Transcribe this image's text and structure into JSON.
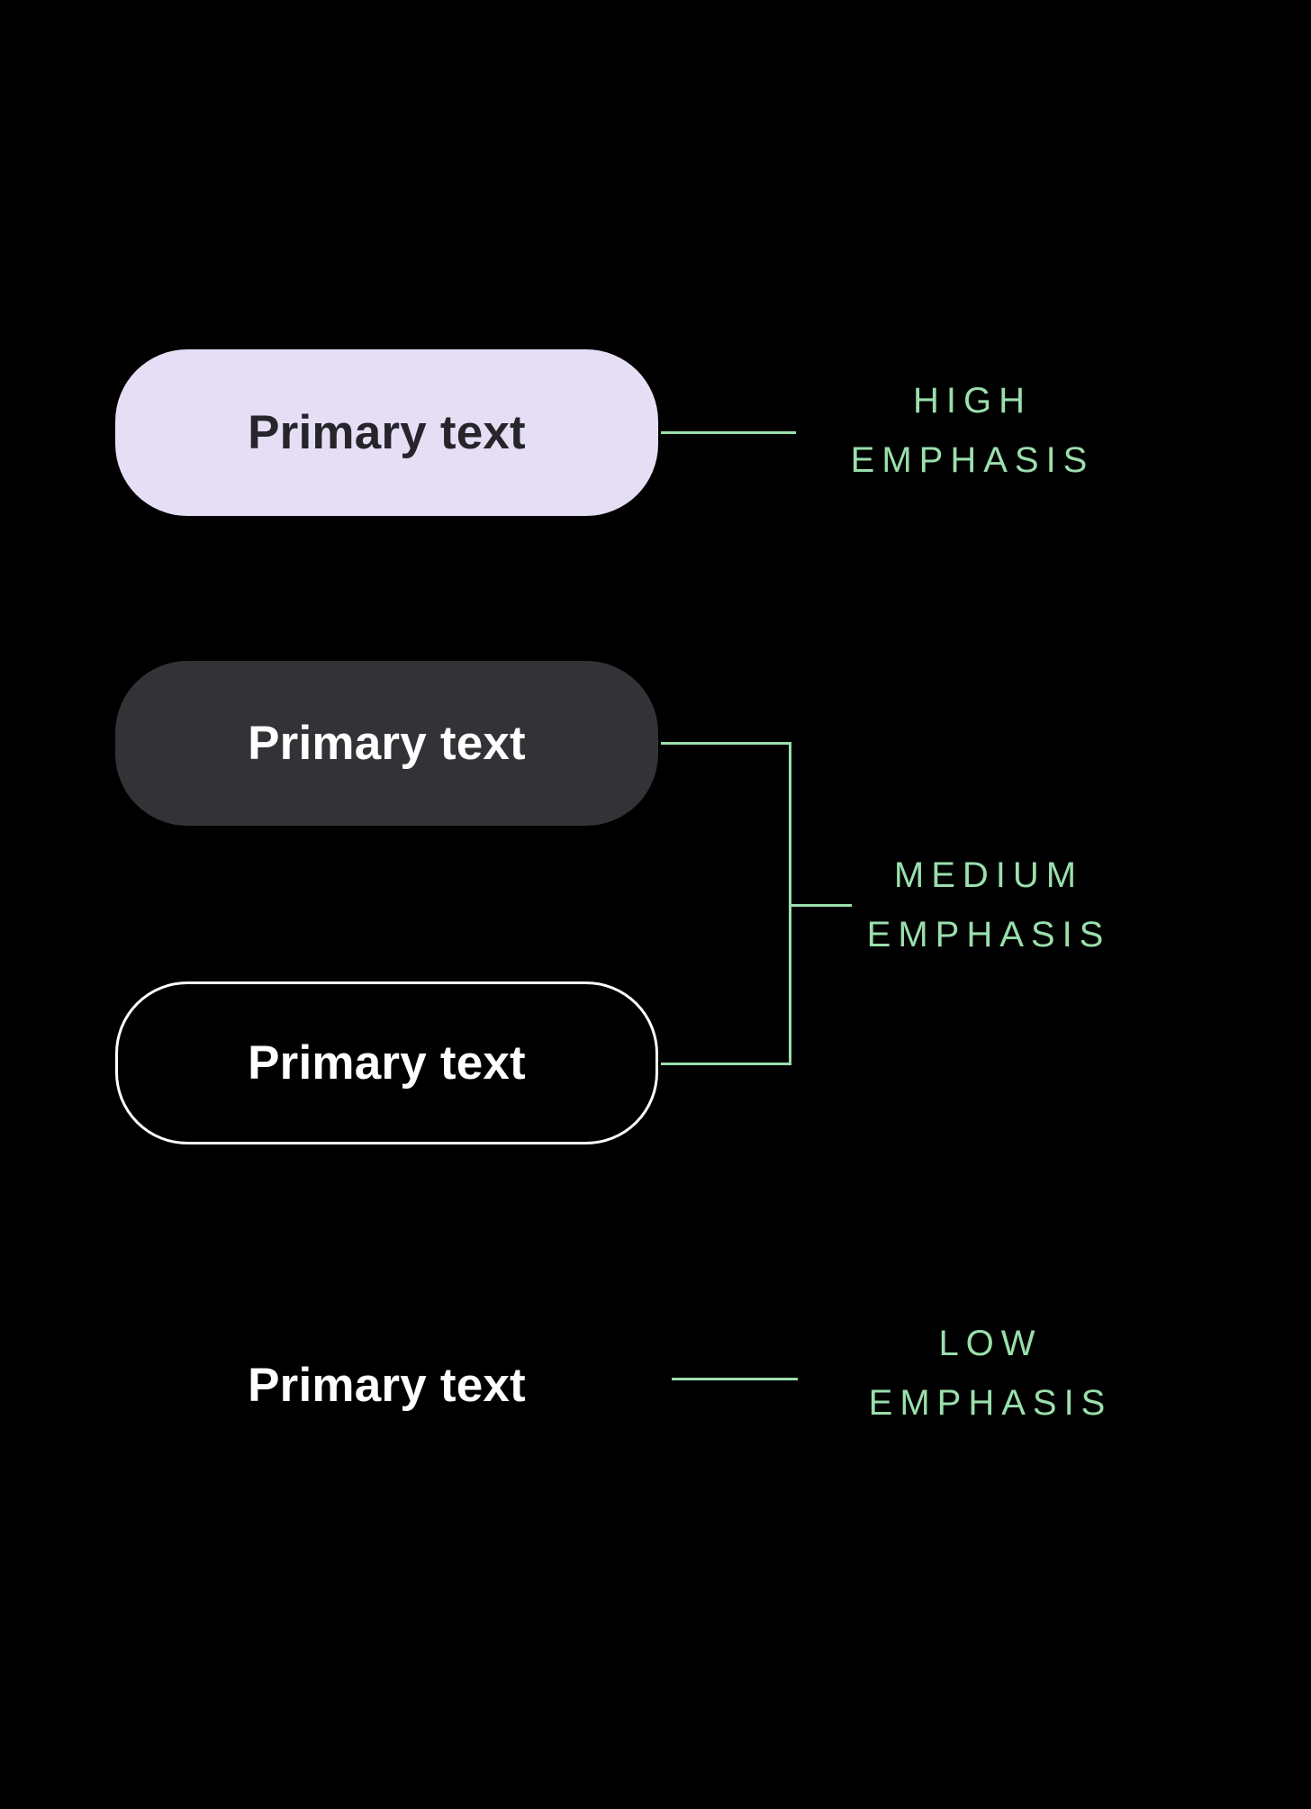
{
  "colors": {
    "bg": "#000000",
    "lavender": "#E6DEF5",
    "lavender-text": "#26252B",
    "dark-pill": "#333236",
    "white": "#FFFFFF",
    "green": "#9ADFAC"
  },
  "buttons": {
    "high_filled": {
      "label": "Primary text"
    },
    "medium_filled": {
      "label": "Primary text"
    },
    "medium_outlined": {
      "label": "Primary text"
    },
    "low_text": {
      "label": "Primary text"
    }
  },
  "annotations": {
    "high": {
      "line1": "HIGH",
      "line2": "EMPHASIS"
    },
    "medium": {
      "line1": "MEDIUM",
      "line2": "EMPHASIS"
    },
    "low": {
      "line1": "LOW",
      "line2": "EMPHASIS"
    }
  }
}
